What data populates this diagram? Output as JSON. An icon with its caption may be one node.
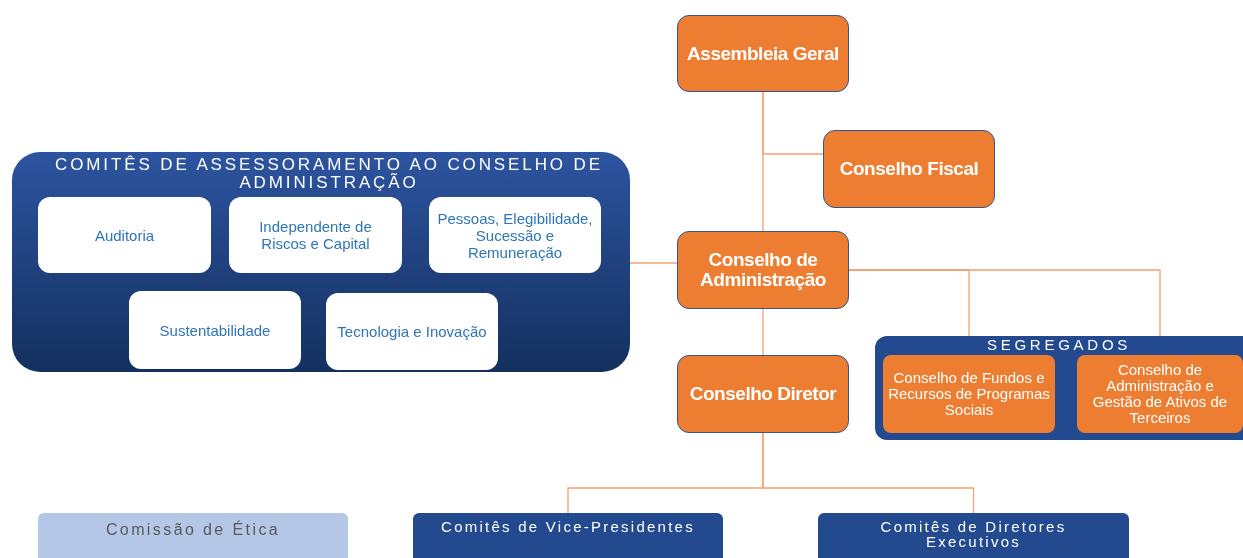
{
  "diagram": {
    "nodes": [
      {
        "text": [
          "Assembleia Geral"
        ]
      },
      {
        "text": [
          "Conselho Fiscal"
        ]
      },
      {
        "text": [
          "Conselho de Administração"
        ]
      },
      {
        "text": [
          "COMITÊS DE ASSESSORAMENTO AO CONSELHO DE ADMINISTRAÇÃO"
        ]
      },
      {
        "text": [
          "Auditoria"
        ],
        "in": 3
      },
      {
        "text": [
          "Independente de Riscos e Capital"
        ],
        "in": 3
      },
      {
        "text": [
          "Pessoas, Elegibilidade, Sucessão e Remuneração"
        ],
        "in": 3
      },
      {
        "text": [
          "Sustentabilidade"
        ],
        "in": 3
      },
      {
        "text": [
          "Tecnologia e Inovação"
        ],
        "in": 3
      },
      {
        "text": [
          "SEGREGADOS"
        ]
      },
      {
        "text": [
          "Conselho de Fundos e Recursos de Programas Sociais"
        ],
        "in": 9
      },
      {
        "text": [
          "Conselho de Administração e Gestão de Ativos de Terceiros"
        ],
        "in": 9
      },
      {
        "text": [
          "Conselho Diretor"
        ]
      },
      {
        "text": [
          "Comissão de Ética"
        ]
      },
      {
        "text": [
          "Comitês de Vice-Presidentes"
        ]
      },
      {
        "text": [
          "Comitês de Diretores Executivos"
        ]
      }
    ],
    "edges": [
      {
        "from": 0,
        "to": 2,
        "arrow": "none"
      },
      {
        "from": 0,
        "to": 1,
        "arrow": "none"
      },
      {
        "from": 2,
        "to": 3,
        "arrow": "none"
      },
      {
        "from": 2,
        "to": 10,
        "arrow": "none"
      },
      {
        "from": 2,
        "to": 11,
        "arrow": "none"
      },
      {
        "from": 2,
        "to": 12,
        "arrow": "none"
      },
      {
        "from": 12,
        "to": 14,
        "arrow": "none"
      },
      {
        "from": 12,
        "to": 15,
        "arrow": "none"
      }
    ]
  }
}
